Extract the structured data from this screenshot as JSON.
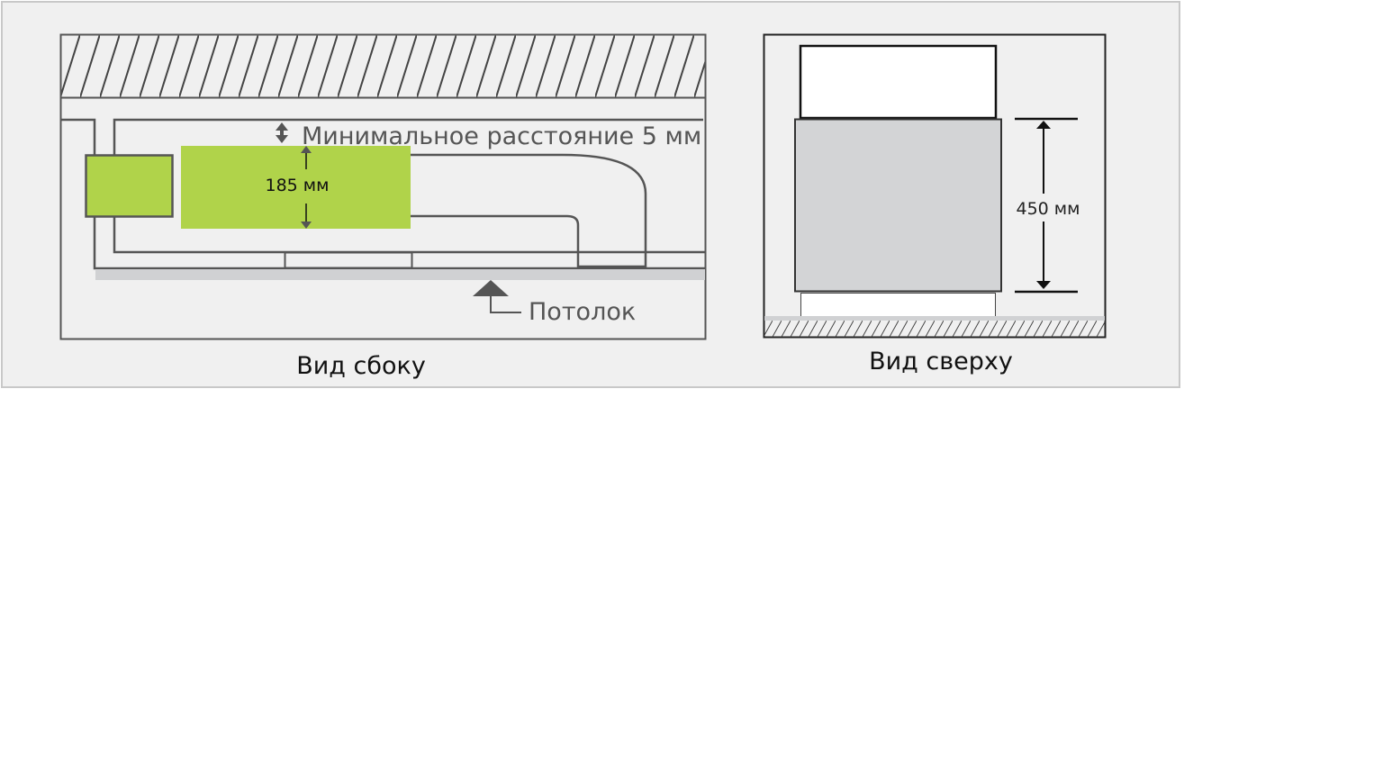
{
  "side_view": {
    "caption": "Вид сбоку",
    "min_distance_label": "Минимальное расстояние 5 мм",
    "height_label": "185 мм",
    "ceiling_label": "Потолок"
  },
  "top_view": {
    "caption": "Вид сверху",
    "depth_label": "450 мм"
  },
  "colors": {
    "panel_bg": "#f0f0f0",
    "unit_green": "#b0d34a",
    "unit_gray": "#d3d4d6",
    "line": "#555555"
  }
}
